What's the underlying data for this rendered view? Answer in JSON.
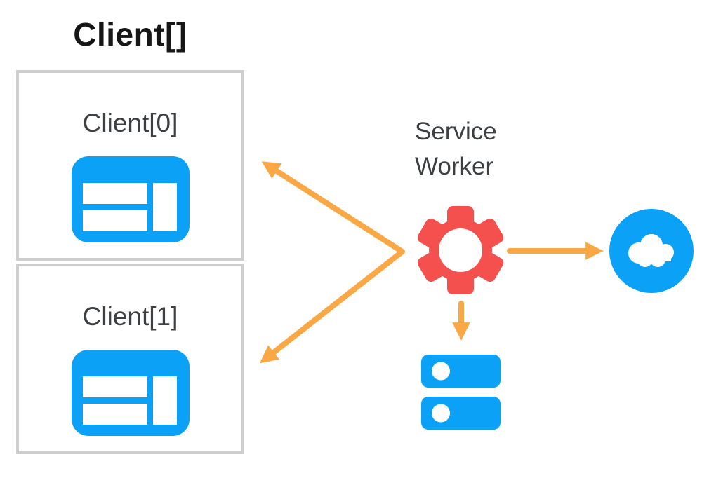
{
  "title": "Client[]",
  "clients": [
    {
      "label": "Client[0]",
      "icon": "browser-window-icon"
    },
    {
      "label": "Client[1]",
      "icon": "browser-window-icon"
    }
  ],
  "service_worker": {
    "label": "Service Worker",
    "icon": "gear-icon"
  },
  "network": {
    "icon": "cloud-icon"
  },
  "storage": {
    "icon": "server-stack-icon"
  },
  "connections": [
    {
      "from": "service-worker",
      "to": "client-0",
      "direction": "to-client"
    },
    {
      "from": "service-worker",
      "to": "client-1",
      "direction": "to-client"
    },
    {
      "from": "service-worker",
      "to": "network-cloud",
      "direction": "to-network"
    },
    {
      "from": "service-worker",
      "to": "storage-server",
      "direction": "to-storage"
    }
  ],
  "colors": {
    "blue": "#0aa1f7",
    "red": "#f4504e",
    "orange": "#faa845",
    "box_border": "#cdcdcd",
    "label_text": "#3c4043",
    "title_text": "#161616",
    "background": "#ffffff"
  }
}
